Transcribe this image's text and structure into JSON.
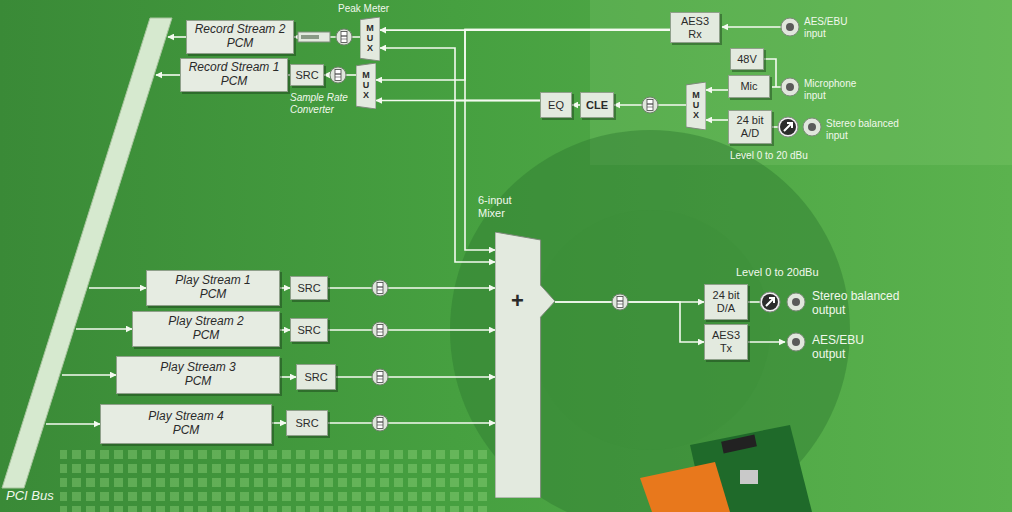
{
  "diagram": {
    "nodes": [
      {
        "text": [
          "Record Stream 2 PCM"
        ]
      },
      {
        "text": [
          "MUX"
        ]
      },
      {
        "text": [
          "AES3 Rx"
        ]
      },
      {
        "text": [
          "48V"
        ]
      },
      {
        "text": [
          "Record Stream 1 PCM"
        ]
      },
      {
        "text": [
          "SRC"
        ]
      },
      {
        "text": [
          "MUX"
        ]
      },
      {
        "text": [
          "EQ"
        ]
      },
      {
        "text": [
          "CLE"
        ]
      },
      {
        "text": [
          "MUX"
        ]
      },
      {
        "text": [
          "Mic"
        ]
      },
      {
        "text": [
          "24 bit A/D"
        ]
      },
      {
        "text": [
          "Play Stream 1 PCM"
        ]
      },
      {
        "text": [
          "SRC"
        ]
      },
      {
        "text": [
          "Play Stream 2 PCM"
        ]
      },
      {
        "text": [
          "SRC"
        ]
      },
      {
        "text": [
          "Play Stream 3 PCM"
        ]
      },
      {
        "text": [
          "SRC"
        ]
      },
      {
        "text": [
          "Play Stream 4 PCM"
        ]
      },
      {
        "text": [
          "SRC"
        ]
      },
      {
        "text": [
          "+"
        ]
      },
      {
        "text": [
          "24 bit D/A"
        ]
      },
      {
        "text": [
          "AES3 Tx"
        ]
      }
    ],
    "edges": [
      {
        "from": 1,
        "to": 0,
        "arrow": "to"
      },
      {
        "from": 6,
        "to": 5,
        "arrow": "to"
      },
      {
        "from": 5,
        "to": 4,
        "arrow": "to"
      },
      {
        "from": 2,
        "to": 1,
        "arrow": "to"
      },
      {
        "from": 2,
        "to": 6,
        "arrow": "to"
      },
      {
        "from": 2,
        "to": 20,
        "arrow": "to"
      },
      {
        "from": 7,
        "to": 6,
        "arrow": "to"
      },
      {
        "from": 7,
        "to": 1,
        "arrow": "to"
      },
      {
        "from": 7,
        "to": 20,
        "arrow": "to"
      },
      {
        "from": 8,
        "to": 7,
        "arrow": "to"
      },
      {
        "from": 9,
        "to": 8,
        "arrow": "to"
      },
      {
        "from": 10,
        "to": 9,
        "arrow": "to"
      },
      {
        "from": 11,
        "to": 9,
        "arrow": "to"
      },
      {
        "from": 12,
        "to": 13,
        "arrow": "to"
      },
      {
        "from": 14,
        "to": 15,
        "arrow": "to"
      },
      {
        "from": 16,
        "to": 17,
        "arrow": "to"
      },
      {
        "from": 18,
        "to": 19,
        "arrow": "to"
      },
      {
        "from": 13,
        "to": 20,
        "arrow": "to"
      },
      {
        "from": 15,
        "to": 20,
        "arrow": "to"
      },
      {
        "from": 17,
        "to": 20,
        "arrow": "to"
      },
      {
        "from": 19,
        "to": 20,
        "arrow": "to"
      },
      {
        "from": 20,
        "to": 21,
        "arrow": "to"
      },
      {
        "from": 20,
        "to": 22,
        "arrow": "to"
      }
    ],
    "labels": [
      "Peak Meter",
      "AES/EBU input",
      "Microphone input",
      "Stereo balanced input",
      "Level 0 to 20 dBu",
      "Sample Rate Converter",
      "6-input Mixer",
      "Level 0 to 20dBu",
      "Stereo balanced output",
      "AES/EBU output",
      "PCI Bus"
    ]
  }
}
